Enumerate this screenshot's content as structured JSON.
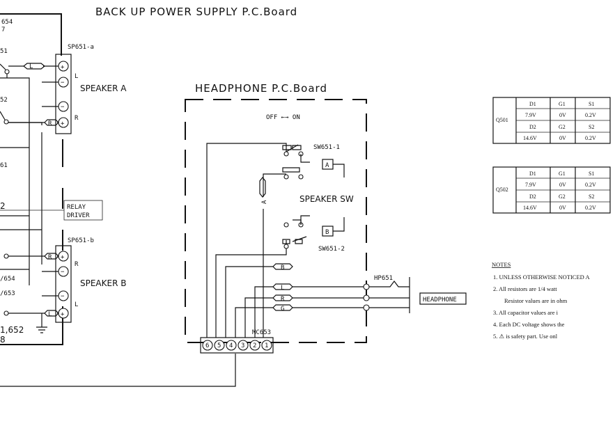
{
  "titles": {
    "backup_board": "BACK UP POWER SUPPLY P.C.Board",
    "headphone_board": "HEADPHONE P.C.Board"
  },
  "left_partial": {
    "top1": "654",
    "top2": "7",
    "lbl_51": "51",
    "lbl_52": "52",
    "lbl_61": "61",
    "lbl_2": "2",
    "lbl_654": "/654",
    "lbl_653": "/653",
    "bottom1": "1,652",
    "bottom2": "8"
  },
  "speaker_a": {
    "connector": "SP651-a",
    "label": "SPEAKER A",
    "ch_l": "L",
    "ch_r": "R",
    "tag_l": "L",
    "tag_r": "R"
  },
  "speaker_b": {
    "connector": "SP651-b",
    "label": "SPEAKER B",
    "ch_r": "R",
    "ch_l": "L",
    "tag_r": "R",
    "tag_l": "L"
  },
  "relay_driver": {
    "line1": "RELAY",
    "line2": "DRIVER"
  },
  "headphone_board": {
    "off_on": "OFF ←→ ON",
    "sw1": "SW651-1",
    "sw2": "SW651-2",
    "box_a": "A",
    "box_b": "B",
    "speaker_sw": "SPEAKER SW",
    "vert_a": "A",
    "tags": [
      "B",
      "L",
      "R",
      "G"
    ],
    "mc_label": "MC653",
    "mc_pins": [
      "6",
      "5",
      "4",
      "3",
      "2",
      "1"
    ],
    "hp_label": "HP651",
    "hp_box": "HEADPHONE"
  },
  "table_q501": {
    "label": "Q501",
    "header": [
      "D1",
      "G1",
      "S1"
    ],
    "row1": [
      "7.9V",
      "0V",
      "0.2V"
    ],
    "row2": [
      "D2",
      "G2",
      "S2"
    ],
    "row3": [
      "14.6V",
      "0V",
      "0.2V"
    ]
  },
  "table_q502": {
    "label": "Q502",
    "header": [
      "D1",
      "G1",
      "S1"
    ],
    "row1": [
      "7.9V",
      "0V",
      "0.2V"
    ],
    "row2": [
      "D2",
      "G2",
      "S2"
    ],
    "row3": [
      "14.6V",
      "0V",
      "0.2V"
    ]
  },
  "notes": {
    "heading": "NOTES",
    "items": [
      "1. UNLESS OTHERWISE NOTICED A",
      "2. All resistors are 1/4 watt",
      "Resistor values are in ohm",
      "3. All capacitor values are i",
      "4. Each DC voltage shows the",
      "5. ⚠ is safety part. Use onl"
    ]
  }
}
